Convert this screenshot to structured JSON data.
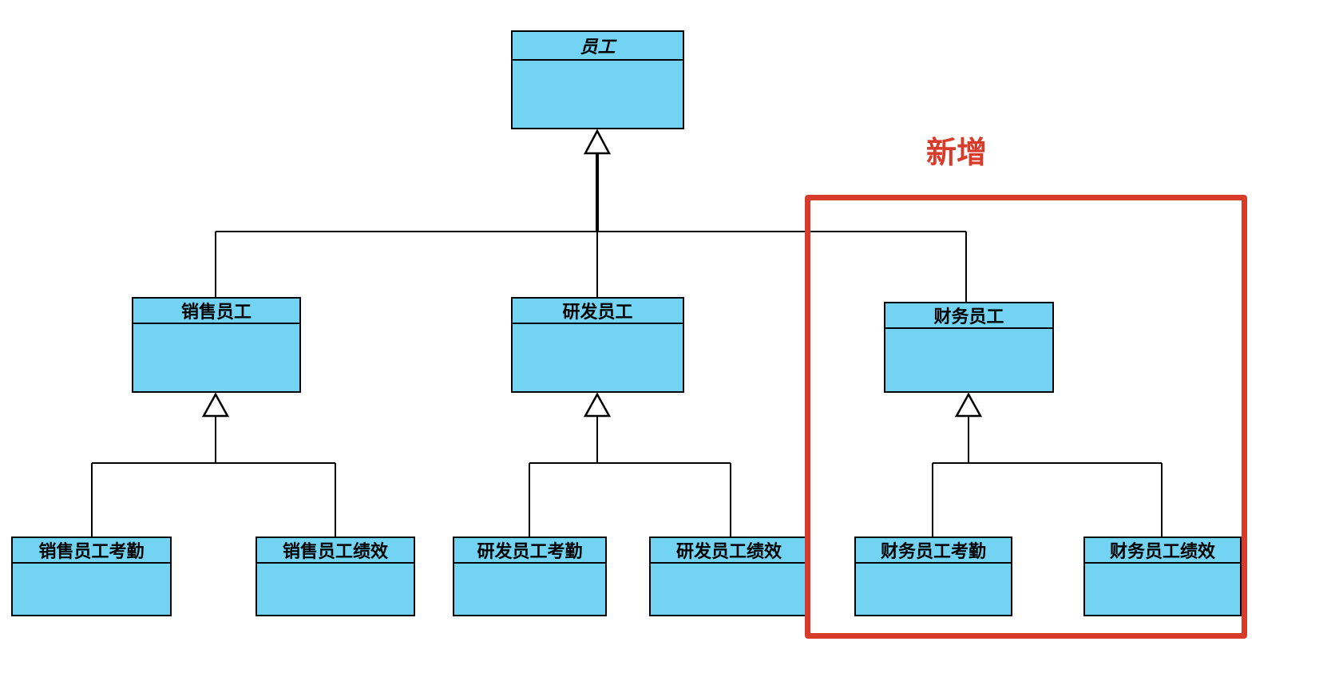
{
  "annotation": {
    "label": "新增"
  },
  "colors": {
    "box_fill": "#72d3f3",
    "box_border": "#000000",
    "line": "#000000",
    "highlight": "#d93b2b"
  },
  "classes": {
    "employee": {
      "title": "员工"
    },
    "sales": {
      "title": "销售员工"
    },
    "rnd": {
      "title": "研发员工"
    },
    "finance": {
      "title": "财务员工"
    },
    "sales_attendance": {
      "title": "销售员工考勤"
    },
    "sales_performance": {
      "title": "销售员工绩效"
    },
    "rnd_attendance": {
      "title": "研发员工考勤"
    },
    "rnd_performance": {
      "title": "研发员工绩效"
    },
    "finance_attendance": {
      "title": "财务员工考勤"
    },
    "finance_performance": {
      "title": "财务员工绩效"
    }
  }
}
